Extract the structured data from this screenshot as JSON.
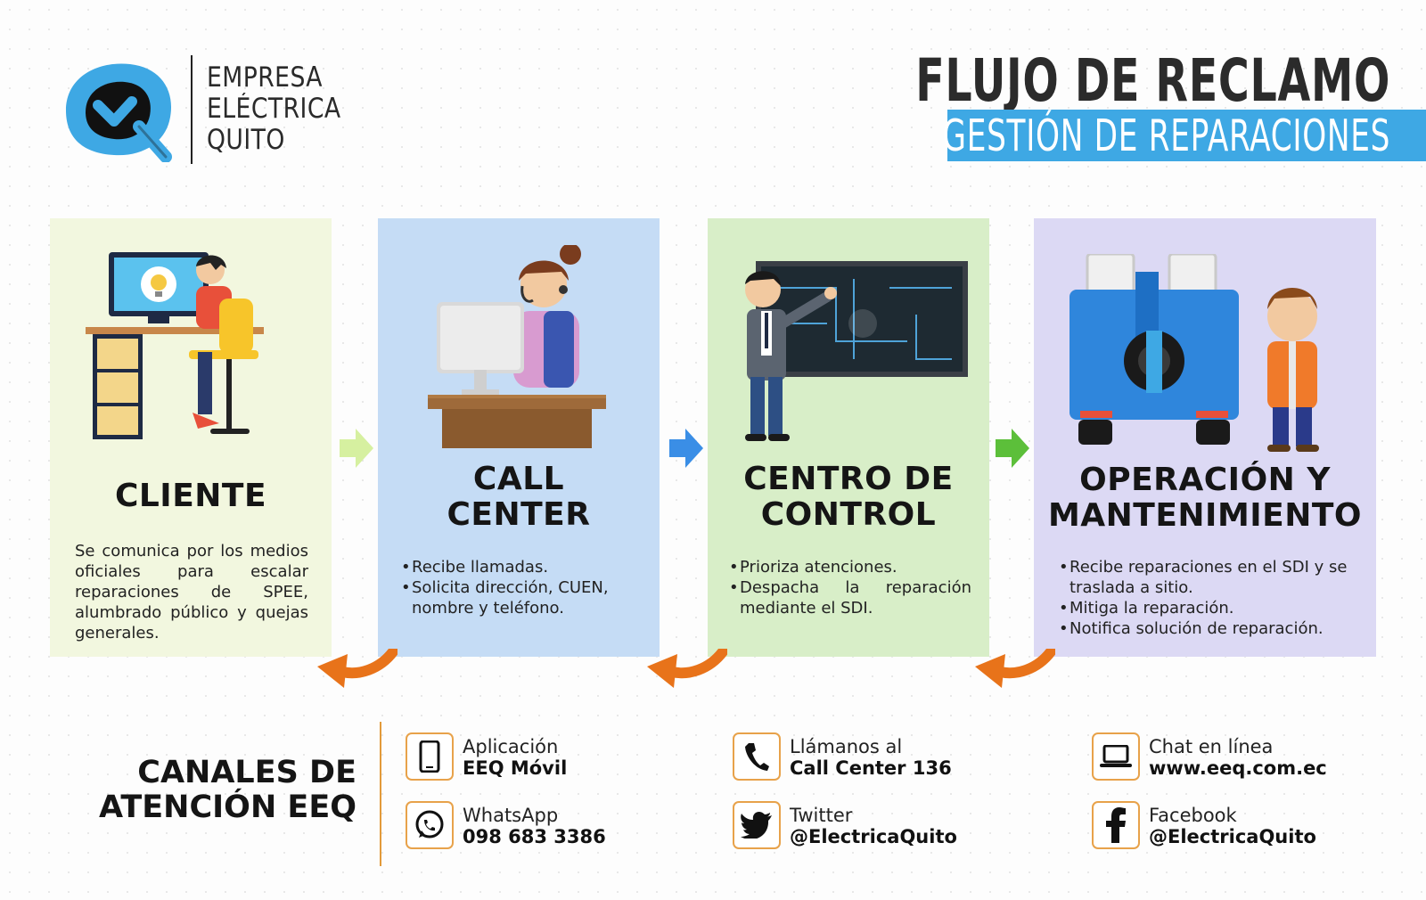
{
  "header": {
    "logo_lines": [
      "EMPRESA",
      "ELÉCTRICA",
      "QUITO"
    ],
    "title": "FLUJO DE RECLAMO",
    "subtitle": "GESTIÓN DE REPARACIONES"
  },
  "colors": {
    "accent_blue": "#3ea8e4",
    "return_arrow_orange": "#e8731a",
    "card_cliente": "#f2f7df",
    "card_call_center": "#c5dcf5",
    "card_centro_control": "#d8eec8",
    "card_operacion": "#dcd9f4",
    "arrow_1": "#d6f0a0",
    "arrow_2": "#3a8ee6",
    "arrow_3": "#5cbf3a"
  },
  "steps": [
    {
      "title_lines": [
        "CLIENTE"
      ],
      "text": "Se comunica por los medios oficiales para escalar reparaciones de SPEE, alumbrado público y quejas generales.",
      "illustration": "person-at-computer"
    },
    {
      "title_lines": [
        "CALL",
        "CENTER"
      ],
      "bullets": [
        "Recibe llamadas.",
        "Solicita dirección, CUEN, nombre y teléfono."
      ],
      "illustration": "call-center-operator"
    },
    {
      "title_lines": [
        "CENTRO DE",
        "CONTROL"
      ],
      "bullets": [
        "Prioriza atenciones.",
        "Despacha la reparación mediante el SDI."
      ],
      "illustration": "control-room-engineer"
    },
    {
      "title_lines": [
        "OPERACIÓN Y",
        "MANTENIMIENTO"
      ],
      "bullets": [
        "Recibe reparaciones en el SDI y se traslada a sitio.",
        "Mitiga la reparación.",
        "Notifica solución de reparación."
      ],
      "illustration": "utility-truck-technician"
    }
  ],
  "channels": {
    "title_lines": [
      "CANALES DE",
      "ATENCIÓN EEQ"
    ],
    "items": [
      {
        "icon": "smartphone-icon",
        "label": "Aplicación",
        "value": "EEQ Móvil"
      },
      {
        "icon": "whatsapp-icon",
        "label": "WhatsApp",
        "value": "098 683 3386"
      },
      {
        "icon": "phone-icon",
        "label": "Llámanos al",
        "value": "Call Center 136"
      },
      {
        "icon": "twitter-icon",
        "label": "Twitter",
        "value": "@ElectricaQuito"
      },
      {
        "icon": "laptop-icon",
        "label": "Chat en línea",
        "value": "www.eeq.com.ec"
      },
      {
        "icon": "facebook-icon",
        "label": "Facebook",
        "value": "@ElectricaQuito"
      }
    ]
  }
}
